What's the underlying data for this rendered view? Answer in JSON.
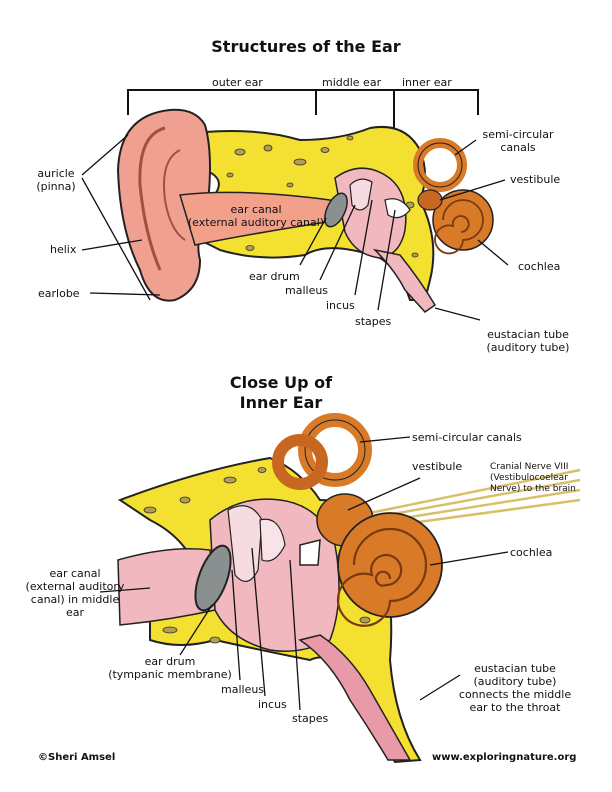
{
  "top": {
    "title": "Structures of the Ear",
    "brackets": {
      "outer": "outer ear",
      "middle": "middle ear",
      "inner": "inner ear"
    },
    "labels": {
      "auricle_1": "auricle",
      "auricle_2": "(pinna)",
      "helix": "helix",
      "earlobe": "earlobe",
      "ear_canal_1": "ear canal",
      "ear_canal_2": "(external auditory canal)",
      "ear_drum": "ear drum",
      "malleus": "malleus",
      "incus": "incus",
      "stapes": "stapes",
      "semicircular_1": "semi-circular",
      "semicircular_2": "canals",
      "vestibule": "vestibule",
      "cochlea": "cochlea",
      "eustacian_1": "eustacian tube",
      "eustacian_2": "(auditory tube)"
    }
  },
  "bottom": {
    "title_1": "Close Up of",
    "title_2": "Inner Ear",
    "labels": {
      "semicircular": "semi-circular canals",
      "vestibule": "vestibule",
      "nerve_1": "Cranial Nerve VIII",
      "nerve_2": "(Vestibulocoelear",
      "nerve_3": "Nerve) to the brain",
      "cochlea": "cochlea",
      "ear_canal_1": "ear canal",
      "ear_canal_2": "(external auditory",
      "ear_canal_3": "canal) in middle",
      "ear_canal_4": "ear",
      "ear_drum_1": "ear drum",
      "ear_drum_2": "(tympanic membrane)",
      "malleus": "malleus",
      "incus": "incus",
      "stapes": "stapes",
      "eustacian_1": "eustacian tube",
      "eustacian_2": "(auditory tube)",
      "eustacian_3": "connects the middle",
      "eustacian_4": "ear to the throat"
    }
  },
  "footer": {
    "copyright": "©Sheri Amsel",
    "website": "www.exploringnature.org"
  },
  "colors": {
    "skin": "#f0a090",
    "bone": "#f4e030",
    "cochlea": "#d97a28",
    "pinkInner": "#f2b8c0",
    "drum": "#8a9090"
  }
}
